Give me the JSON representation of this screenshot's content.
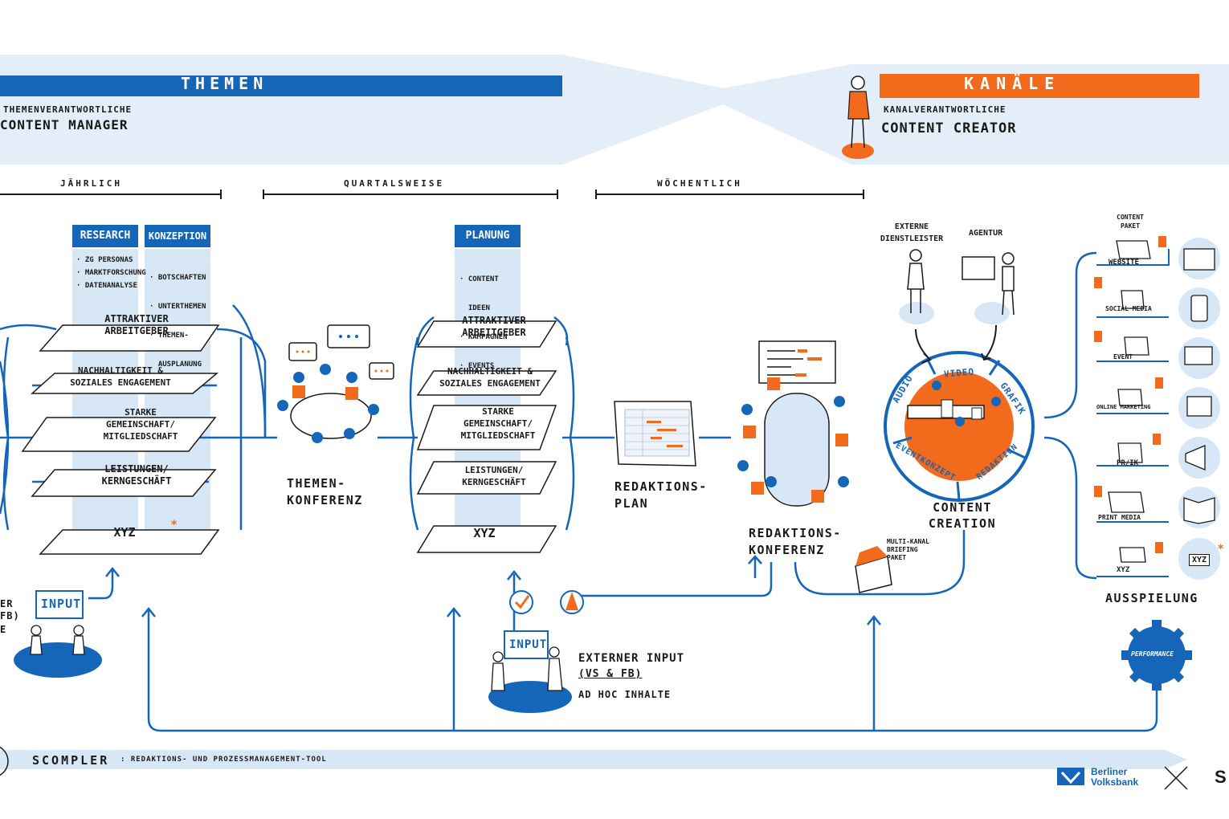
{
  "header": {
    "themen_title": "THEMEN",
    "themen_sub1": "THEMENVERANTWORTLICHE",
    "themen_sub2": "CONTENT MANAGER",
    "kanaele_title": "KANÄLE",
    "kanaele_sub1": "KANALVERANTWORTLICHE",
    "kanaele_sub2": "CONTENT CREATOR"
  },
  "timeline": {
    "jaehrlich": "JÄHRLICH",
    "quartalsweise": "QUARTALSWEISE",
    "woechentlich": "WÖCHENTLICH"
  },
  "tags": {
    "research": "RESEARCH",
    "konzeption": "KONZEPTION",
    "planung": "PLANUNG"
  },
  "lists": {
    "research": [
      "· ZG PERSONAS",
      "· MARKTFORSCHUNG",
      "· DATENANALYSE"
    ],
    "konzeption": [
      "· BOTSCHAFTEN",
      "· UNTERTHEMEN",
      "· THEMEN-",
      "  AUSPLANUNG"
    ],
    "planung": [
      "· CONTENT",
      "  IDEEN",
      "· KAMPAGNEN",
      "· EVENTS"
    ]
  },
  "layers": [
    "ATTRAKTIVER ARBEITGEBER",
    "NACHHALTIGKEIT & SOZIALES ENGAGEMENT",
    "STARKE GEMEINSCHAFT/ MITGLIEDSCHAFT",
    "LEISTUNGEN/ KERNGESCHÄFT",
    "XYZ"
  ],
  "stages": {
    "themenkonferenz": "THEMEN-\nKONFERENZ",
    "redaktionsplan": "REDAKTIONS-\nPLAN",
    "redaktionskonferenz": "REDAKTIONS-\nKONFERENZ",
    "content_creation": "CONTENT\nCREATION",
    "ausspielung": "AUSSPIELUNG"
  },
  "creation": {
    "externe": "EXTERNE\nDIENSTLEISTER",
    "agentur": "AGENTUR",
    "wheel": [
      "AUDIO",
      "VIDEO",
      "GRAFIK",
      "REDAKTION",
      "EVENTKONZEPT"
    ],
    "briefing": "MULTI-KANAL\nBRIEFING\nPAKET"
  },
  "channels": {
    "content_paket": "CONTENT\nPAKET",
    "items": [
      "WEBSITE",
      "SOCIAL MEDIA",
      "EVENT",
      "ONLINE MARKETING",
      "PR/IK",
      "PRINT MEDIA",
      "XYZ"
    ],
    "xyz_badge": "XYZ",
    "performance": "PERFORMANCE"
  },
  "input": {
    "left_label": "INPUT",
    "left_partial1": "ER",
    "left_partial2": "FB)",
    "left_partial3": "E",
    "center_label": "INPUT",
    "externer": "EXTERNER INPUT",
    "vs_fb": "(VS & FB)",
    "ad_hoc": "AD HOC INHALTE"
  },
  "footer": {
    "scompler": "SCOMPLER",
    "tool": ": REDAKTIONS- UND PROZESSMANAGEMENT-TOOL",
    "bank1": "Berliner",
    "bank2": "Volksbank",
    "x_mark": "✕",
    "s_mark": "S"
  },
  "colors": {
    "blue": "#1565b8",
    "pale_blue": "#d8e7f6",
    "orange": "#f26a1b",
    "ink": "#1a1a1a"
  }
}
